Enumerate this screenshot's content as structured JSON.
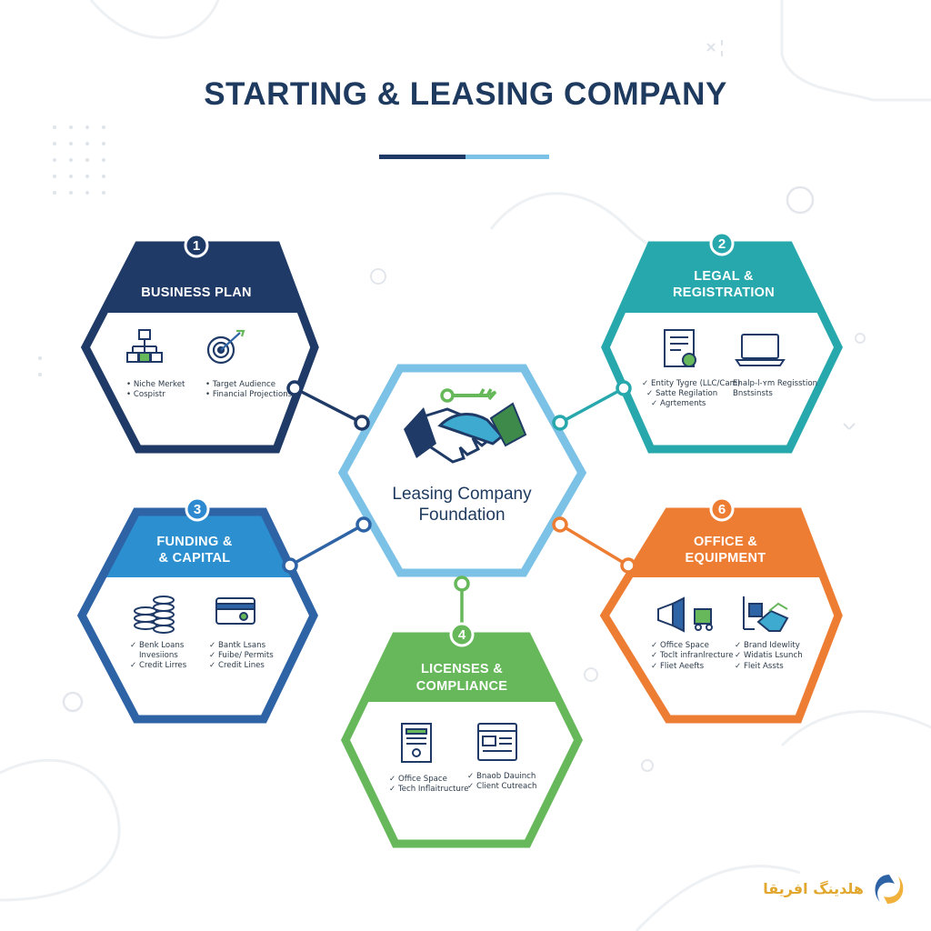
{
  "title": "STARTING & LEASING COMPANY",
  "center": {
    "line1": "Leasing Company",
    "line2": "Foundation",
    "icon": "handshake-key-icon"
  },
  "colors": {
    "navy": "#1f3a66",
    "teal": "#27a8ad",
    "blue": "#2e63a6",
    "green": "#66b85a",
    "orange": "#ee7d34",
    "lightblue": "#7cc2e6"
  },
  "nodes": {
    "business_plan": {
      "number": "1",
      "title": "BUSINESS PLAN",
      "col1": [
        "Niche Merket",
        "Cospistr"
      ],
      "col2": [
        "Target Audience",
        "Financial Projections"
      ],
      "icons": [
        "org-chart-icon",
        "target-arrow-icon"
      ]
    },
    "legal": {
      "number": "2",
      "title_line1": "LEGAL &",
      "title_line2": "REGISTRATION",
      "col1": [
        "Entity Tygre (LLC/Cam)",
        "Satte Regilation",
        "Agrtements"
      ],
      "col2": [
        "Enalp-l-ʏm Regisstion",
        "Bnstsinsts"
      ],
      "icons": [
        "certificate-icon",
        "laptop-icon"
      ]
    },
    "funding": {
      "number": "3",
      "title_line1": "FUNDING &",
      "title_line2": "& CAPITAL",
      "col1": [
        "Benk Loans",
        "Invesiions",
        "Credit Lirres"
      ],
      "col2": [
        "Bantk Lsans",
        "Fuibe/ Permits",
        "Credit Lines"
      ],
      "icons": [
        "coins-stack-icon",
        "credit-card-icon"
      ]
    },
    "licenses": {
      "number": "4",
      "title_line1": "LICENSES &",
      "title_line2": "COMPLIANCE",
      "col1": [
        "Office Space",
        "Tech Inflaitructure"
      ],
      "col2": [
        "Bnaob Dauinch",
        "Client Cutreach"
      ],
      "icons": [
        "license-document-icon",
        "webpage-icon"
      ]
    },
    "office": {
      "number": "6",
      "title_line1": "OFFICE &",
      "title_line2": "EQUIPMENT",
      "col1": [
        "Office Space",
        "Toclt infranlrecture",
        "Fliet Aeefts"
      ],
      "col2": [
        "Brand Idewlity",
        "Widatis Lsunch",
        "Fleit Assts"
      ],
      "icons": [
        "megaphone-truck-icon",
        "handshake-forklift-icon"
      ]
    }
  },
  "logo": {
    "text": "هلدینگ افریقا",
    "icon": "logo-swirl-icon"
  }
}
